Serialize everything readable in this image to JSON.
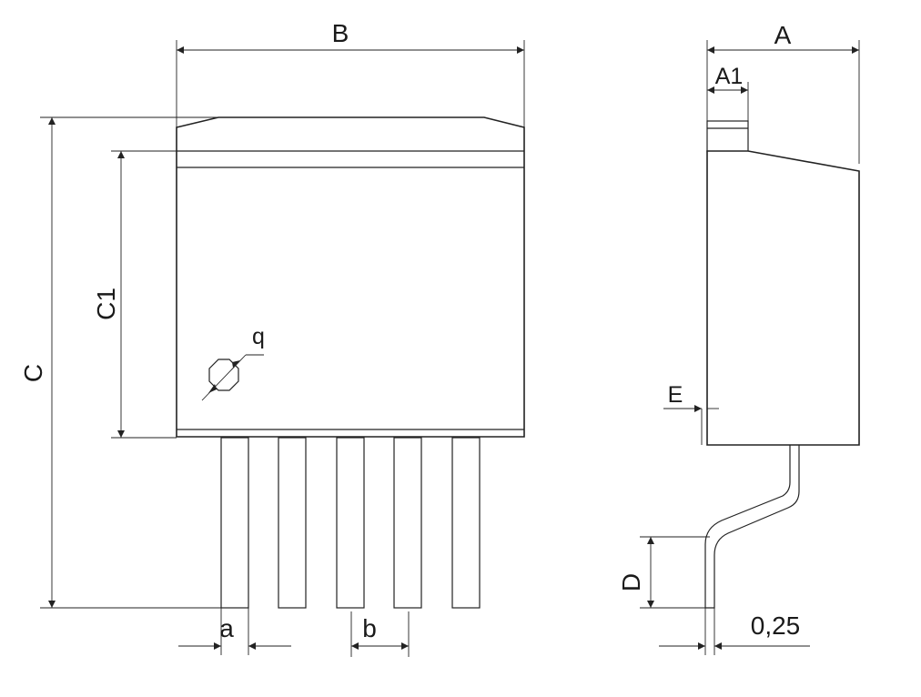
{
  "front_view": {
    "dimensions": {
      "width": "B",
      "total_height": "C",
      "body_height": "C1",
      "lead_width": "a",
      "lead_pitch": "b"
    },
    "marking": "q",
    "lead_count": 5
  },
  "side_view": {
    "dimensions": {
      "depth": "A",
      "tab_thickness": "A1",
      "standoff": "E",
      "lead_foot": "D",
      "lead_thickness": "0,25"
    }
  }
}
